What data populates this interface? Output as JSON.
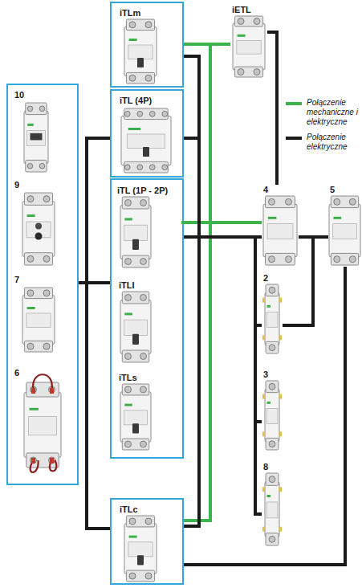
{
  "diagram": {
    "nodes": [
      {
        "text": []
      },
      {
        "text": [
          "10"
        ],
        "in": 0
      },
      {
        "text": [
          "9"
        ],
        "in": 0
      },
      {
        "text": [
          "7"
        ],
        "in": 0
      },
      {
        "text": [
          "6"
        ],
        "in": 0
      },
      {
        "text": [
          "iTLm"
        ]
      },
      {
        "text": [
          "iTL (4P)"
        ]
      },
      {
        "text": []
      },
      {
        "text": [
          "iTL (1P - 2P)"
        ],
        "in": 7
      },
      {
        "text": [
          "iTLI"
        ],
        "in": 7
      },
      {
        "text": [
          "iTLs"
        ],
        "in": 7
      },
      {
        "text": [
          "iTLc"
        ]
      },
      {
        "text": [
          "iETL"
        ]
      },
      {
        "text": [
          "4"
        ]
      },
      {
        "text": [
          "5"
        ]
      },
      {
        "text": [
          "2"
        ]
      },
      {
        "text": [
          "3"
        ]
      },
      {
        "text": [
          "8"
        ]
      }
    ],
    "edges": [
      {
        "from": 0,
        "to": 6,
        "arrow": "none"
      },
      {
        "from": 0,
        "to": 7,
        "arrow": "none"
      },
      {
        "from": 0,
        "to": 11,
        "arrow": "none"
      },
      {
        "from": 5,
        "to": 12,
        "arrow": "none"
      },
      {
        "from": 11,
        "to": 12,
        "arrow": "none"
      },
      {
        "from": 8,
        "to": 13,
        "arrow": "none"
      },
      {
        "from": 12,
        "to": 13,
        "arrow": "none"
      },
      {
        "from": 5,
        "to": 13,
        "arrow": "none"
      },
      {
        "from": 5,
        "to": 15,
        "arrow": "none"
      },
      {
        "from": 5,
        "to": 16,
        "arrow": "none"
      },
      {
        "from": 5,
        "to": 17,
        "arrow": "none"
      },
      {
        "from": 6,
        "to": 13,
        "arrow": "none"
      },
      {
        "from": 6,
        "to": 15,
        "arrow": "none"
      },
      {
        "from": 6,
        "to": 16,
        "arrow": "none"
      },
      {
        "from": 6,
        "to": 17,
        "arrow": "none"
      },
      {
        "from": 7,
        "to": 13,
        "arrow": "none"
      },
      {
        "from": 7,
        "to": 15,
        "arrow": "none"
      },
      {
        "from": 7,
        "to": 16,
        "arrow": "none"
      },
      {
        "from": 7,
        "to": 17,
        "arrow": "none"
      },
      {
        "from": 11,
        "to": 13,
        "arrow": "none"
      },
      {
        "from": 11,
        "to": 15,
        "arrow": "none"
      },
      {
        "from": 11,
        "to": 16,
        "arrow": "none"
      },
      {
        "from": 11,
        "to": 17,
        "arrow": "none"
      },
      {
        "from": 13,
        "to": 14,
        "arrow": "none"
      },
      {
        "from": 15,
        "to": 14,
        "arrow": "none"
      },
      {
        "from": 11,
        "to": 14,
        "arrow": "none"
      }
    ],
    "legend": [
      {
        "text": "Połączenie mechaniczne i elektryczne"
      },
      {
        "text": "Połączenie elektryczne"
      }
    ]
  }
}
